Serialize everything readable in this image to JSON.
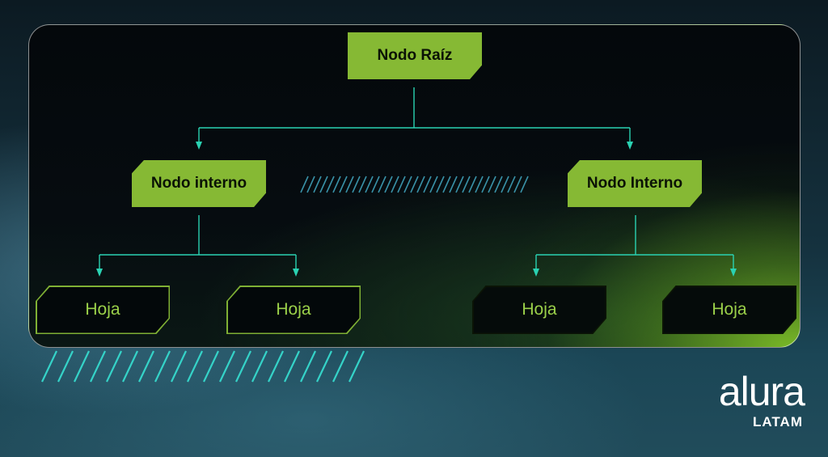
{
  "tree": {
    "root": {
      "label": "Nodo Raíz"
    },
    "internal_nodes": [
      {
        "label": "Nodo interno"
      },
      {
        "label": "Nodo Interno"
      }
    ],
    "leaves": [
      {
        "label": "Hoja"
      },
      {
        "label": "Hoja"
      },
      {
        "label": "Hoja"
      },
      {
        "label": "Hoja"
      }
    ]
  },
  "brand": {
    "name": "alura",
    "region": "LATAM"
  },
  "colors": {
    "node_fill": "#86b934",
    "connector": "#2ad2b2",
    "leaf_text": "#9bd14a"
  }
}
